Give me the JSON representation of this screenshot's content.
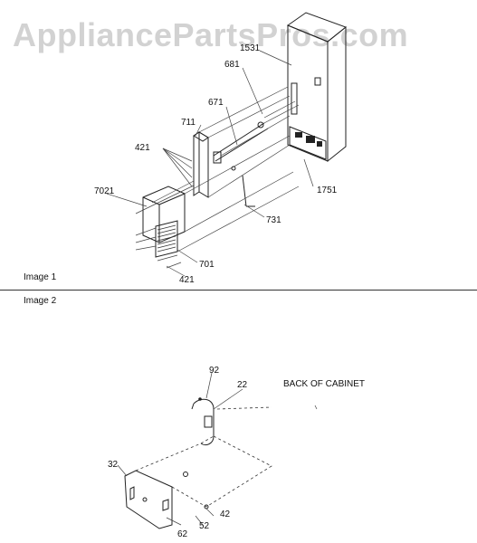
{
  "watermark": "AppliancePartsPros.com",
  "image1": {
    "caption": "Image 1",
    "labels": {
      "p1531": "1531",
      "p681": "681",
      "p671": "671",
      "p711": "711",
      "p421a": "421",
      "p7021": "7021",
      "p1751": "1751",
      "p731": "731",
      "p701": "701",
      "p421b": "421"
    }
  },
  "image2": {
    "caption": "Image 2",
    "labels": {
      "p92": "92",
      "p22": "22",
      "back": "BACK OF CABINET",
      "p32": "32",
      "p42": "42",
      "p52": "52",
      "p62": "62"
    }
  }
}
